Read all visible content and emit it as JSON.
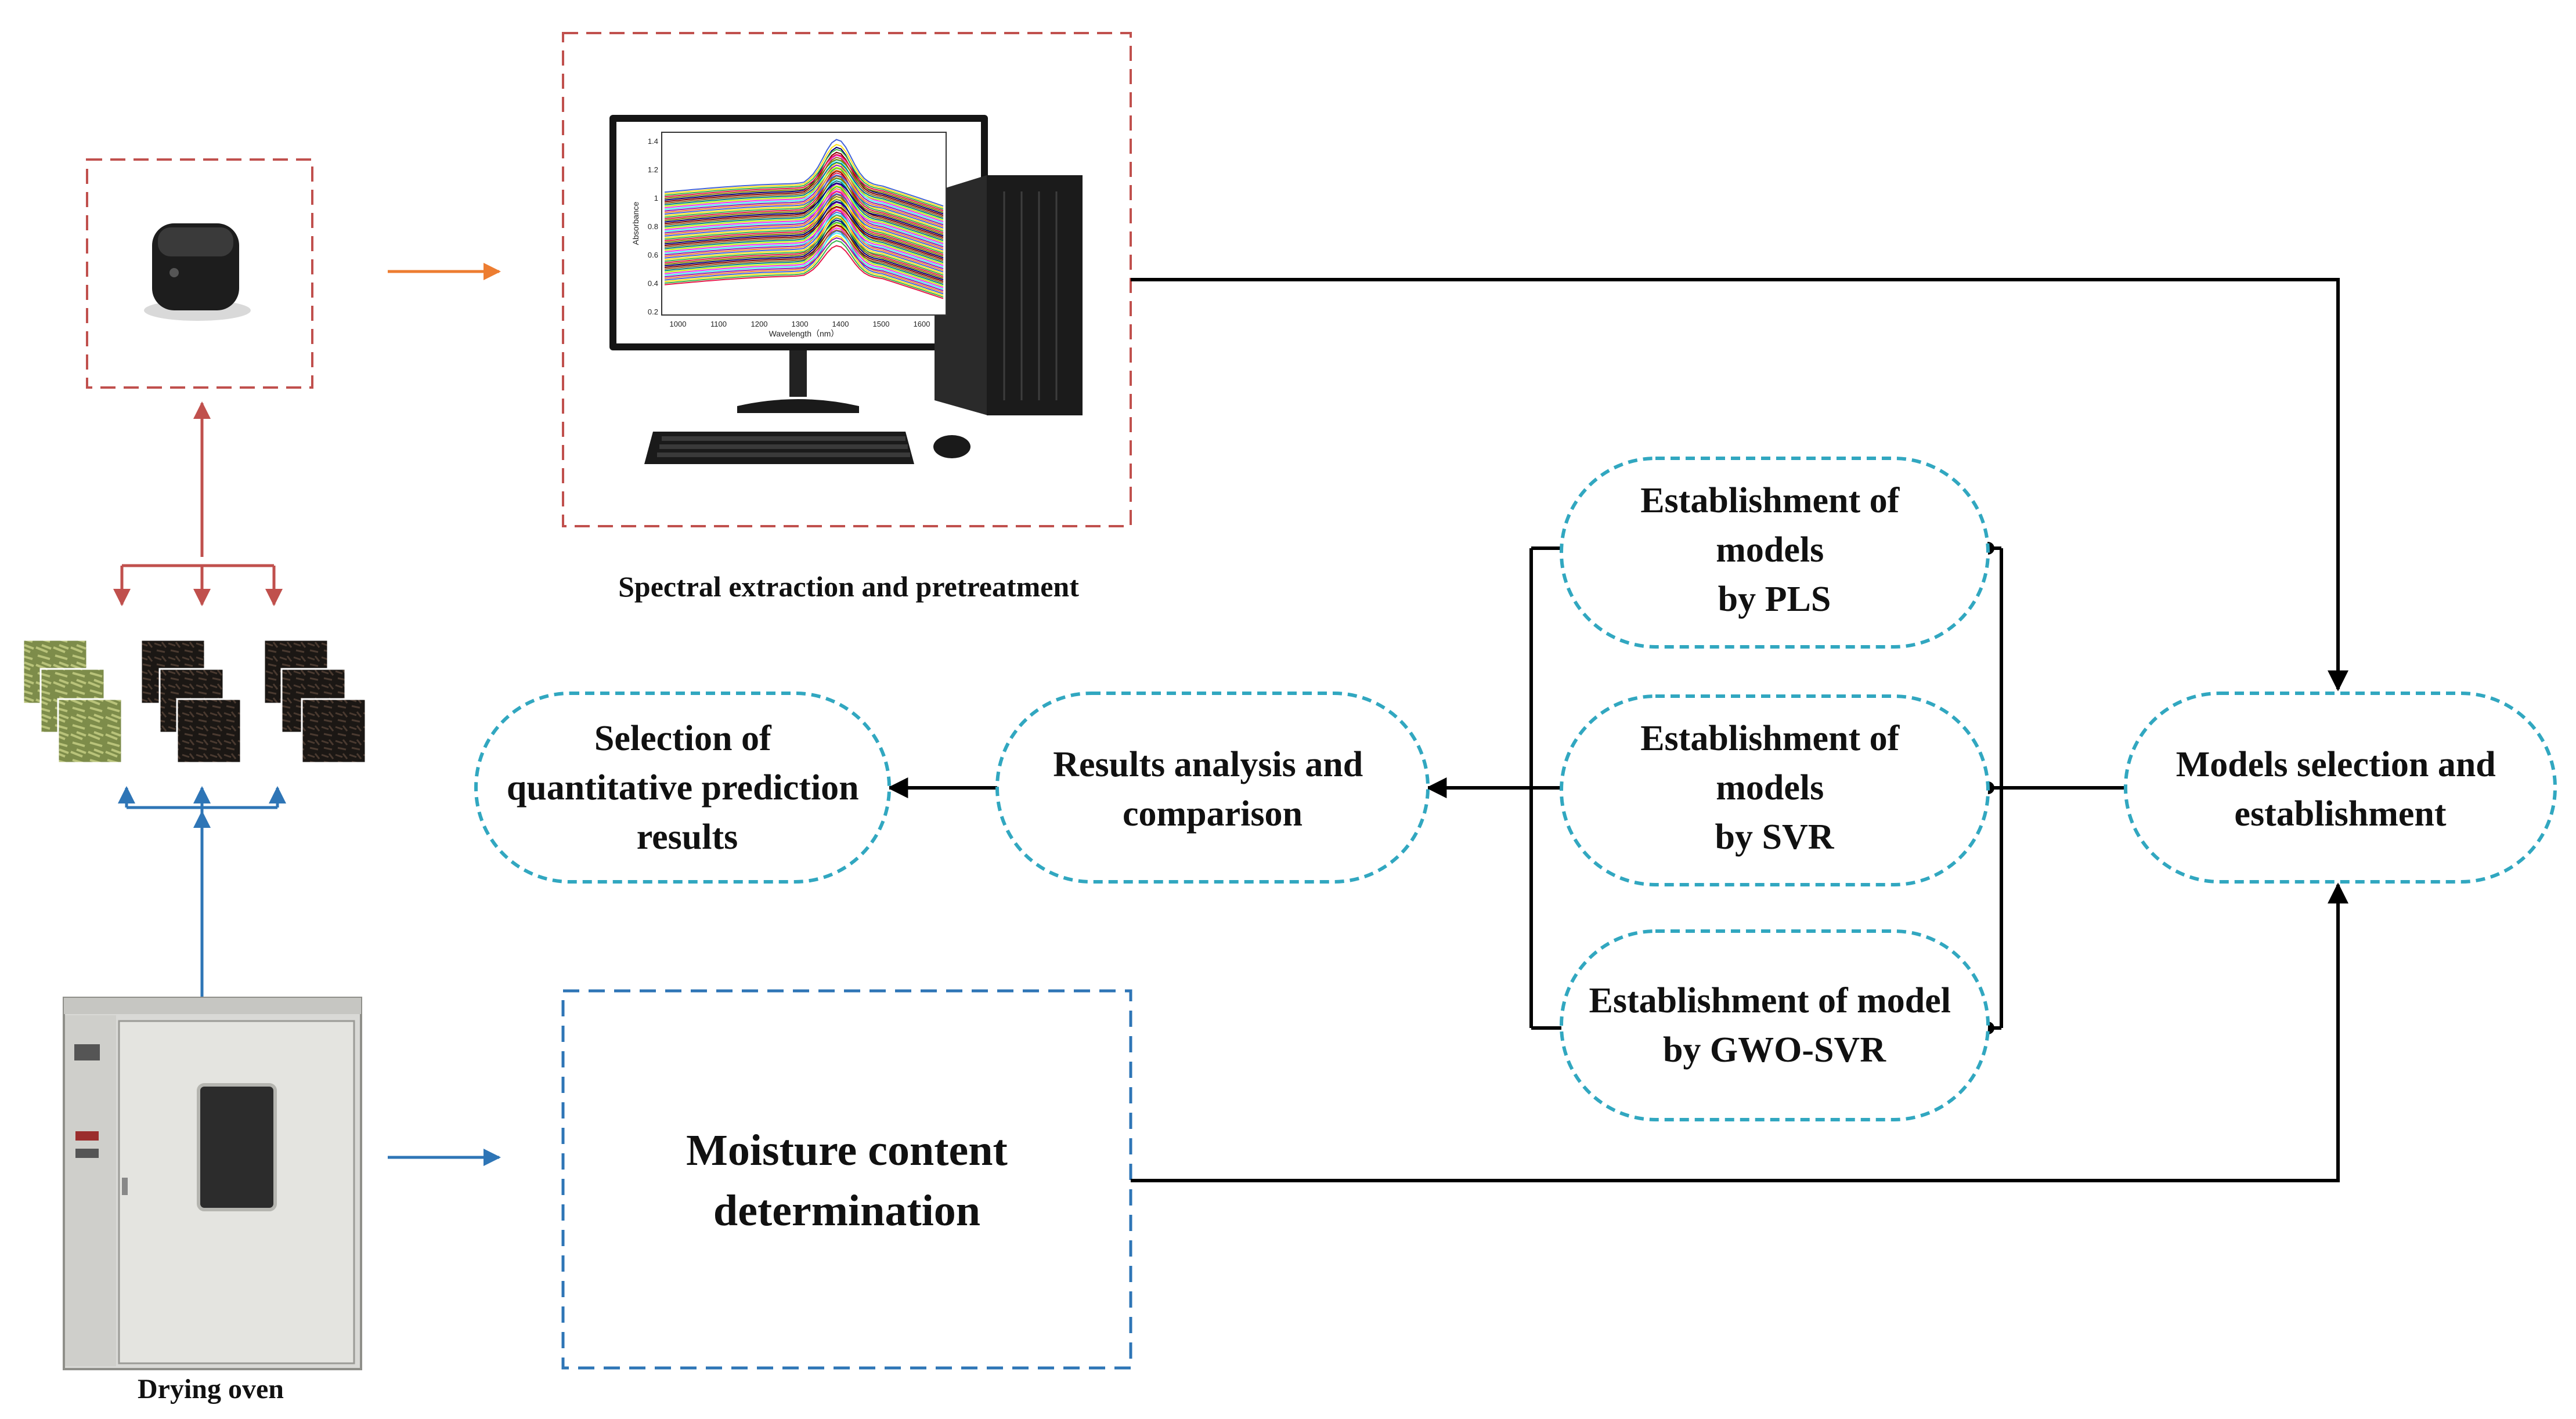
{
  "colors": {
    "red_dash": "#c0504d",
    "blue_dash": "#2e75b6",
    "teal_dash": "#31a7c0",
    "orange_arrow": "#ed7d31",
    "red_line": "#c0504d",
    "blue_line": "#2e75b6",
    "black": "#000000"
  },
  "icons": {
    "nir_device": "nir-spectrometer-icon",
    "computer": "desktop-computer-icon",
    "tea_samples": "tea-sample-images-icon",
    "oven": "drying-oven-icon"
  },
  "labels": {
    "spectral": "Spectral extraction and pretreatment",
    "drying_oven": "Drying oven",
    "moisture_line1": "Moisture content",
    "moisture_line2": "determination"
  },
  "nodes": {
    "pls": [
      "Establishment of",
      "models",
      "by PLS"
    ],
    "svr": [
      "Establishment of",
      "models",
      "by SVR"
    ],
    "gwo": [
      "Establishment of model",
      "by GWO-SVR"
    ],
    "models_selection": [
      "Models selection and",
      "establishment"
    ],
    "results_analysis": [
      "Results analysis and",
      "comparison"
    ],
    "selection_results": [
      "Selection of",
      "quantitative prediction",
      "results"
    ]
  },
  "spectrum_plot": {
    "xlabel": "Wavelength（nm）",
    "ylabel": "Absorbance",
    "x_ticks": [
      "1000",
      "1100",
      "1200",
      "1300",
      "1400",
      "1500",
      "1600"
    ],
    "y_ticks": [
      "0.2",
      "0.4",
      "0.6",
      "0.8",
      "1",
      "1.2",
      "1.4"
    ]
  }
}
